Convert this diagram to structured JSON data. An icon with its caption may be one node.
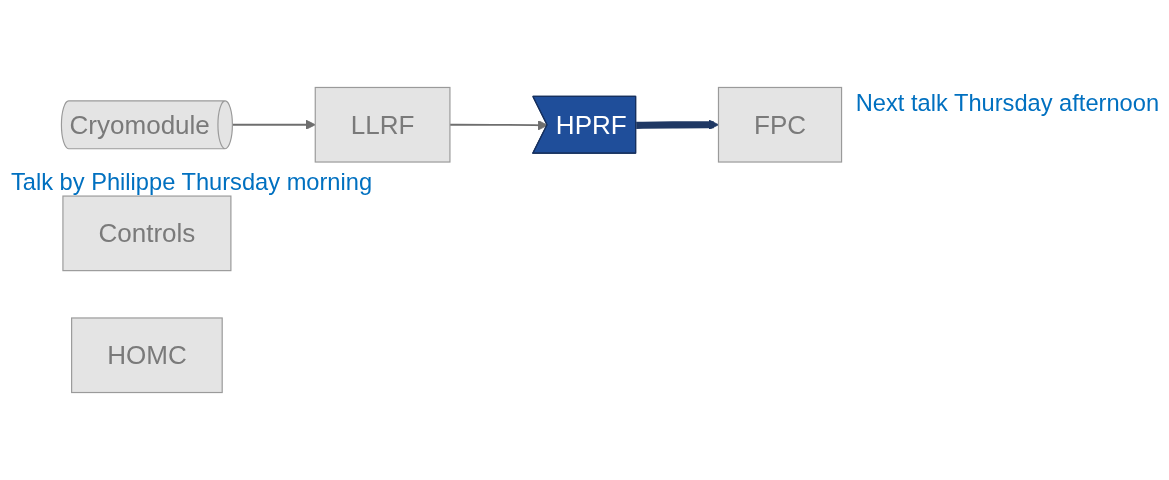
{
  "diagram": {
    "nodes": [
      {
        "text": [
          "HPRF"
        ]
      },
      {
        "text": [
          "FPC"
        ],
        "beside": [
          "Next talk Thursday afternoon"
        ]
      },
      {
        "text": [
          "Cryomodule"
        ]
      },
      {
        "text": [
          "Controls"
        ]
      },
      {
        "text": [
          "LLRF"
        ],
        "beside": [
          "Talk by Philippe Thursday morning"
        ]
      },
      {
        "text": [
          "HOMC"
        ]
      }
    ],
    "edges": [
      {
        "from": 0,
        "to": 1,
        "arrow": "to",
        "style": "thick",
        "color": "#1f3864"
      },
      {
        "from": 4,
        "to": 0,
        "arrow": "to"
      },
      {
        "from": 2,
        "to": 4,
        "arrow": "to"
      }
    ]
  }
}
